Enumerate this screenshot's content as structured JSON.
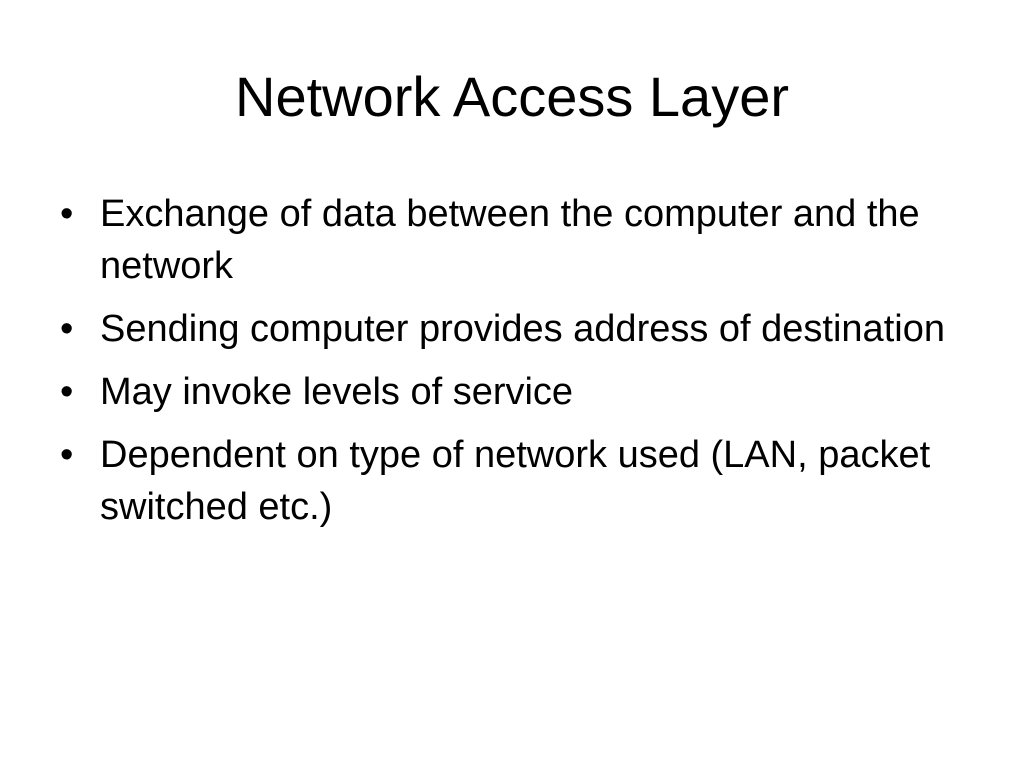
{
  "slide": {
    "title": "Network Access Layer",
    "bullet_marker": "•",
    "bullets": [
      "Exchange of data between the computer and the network",
      "Sending computer provides address of destination",
      "May invoke levels of service",
      "Dependent on type of network used (LAN, packet switched etc.)"
    ]
  }
}
